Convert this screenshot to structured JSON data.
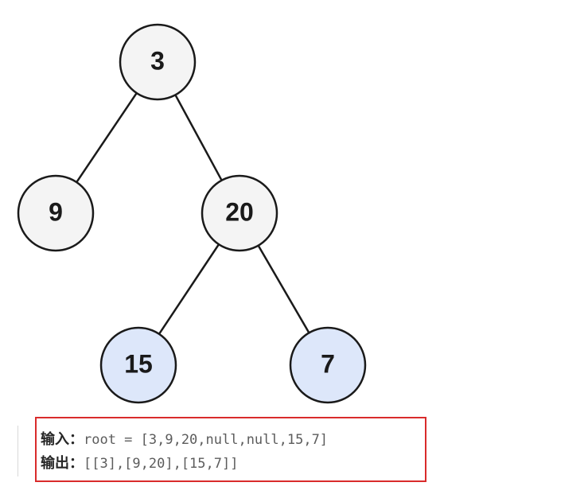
{
  "tree": {
    "nodes": [
      {
        "id": "n3",
        "label": "3",
        "level": 0,
        "fill": "#f4f4f4"
      },
      {
        "id": "n9",
        "label": "9",
        "level": 1,
        "fill": "#f4f4f4"
      },
      {
        "id": "n20",
        "label": "20",
        "level": 1,
        "fill": "#f4f4f4"
      },
      {
        "id": "n15",
        "label": "15",
        "level": 2,
        "fill": "#dde7fa"
      },
      {
        "id": "n7",
        "label": "7",
        "level": 2,
        "fill": "#dde7fa"
      }
    ],
    "edges": [
      {
        "from": "n3",
        "to": "n9"
      },
      {
        "from": "n3",
        "to": "n20"
      },
      {
        "from": "n20",
        "to": "n15"
      },
      {
        "from": "n20",
        "to": "n7"
      }
    ],
    "stroke_color": "#1a1a1a"
  },
  "example": {
    "input_label": "输入：",
    "input_value": "root = [3,9,20,null,null,15,7]",
    "output_label": "输出：",
    "output_value": "[[3],[9,20],[15,7]]",
    "border_color": "#d92b2b"
  }
}
